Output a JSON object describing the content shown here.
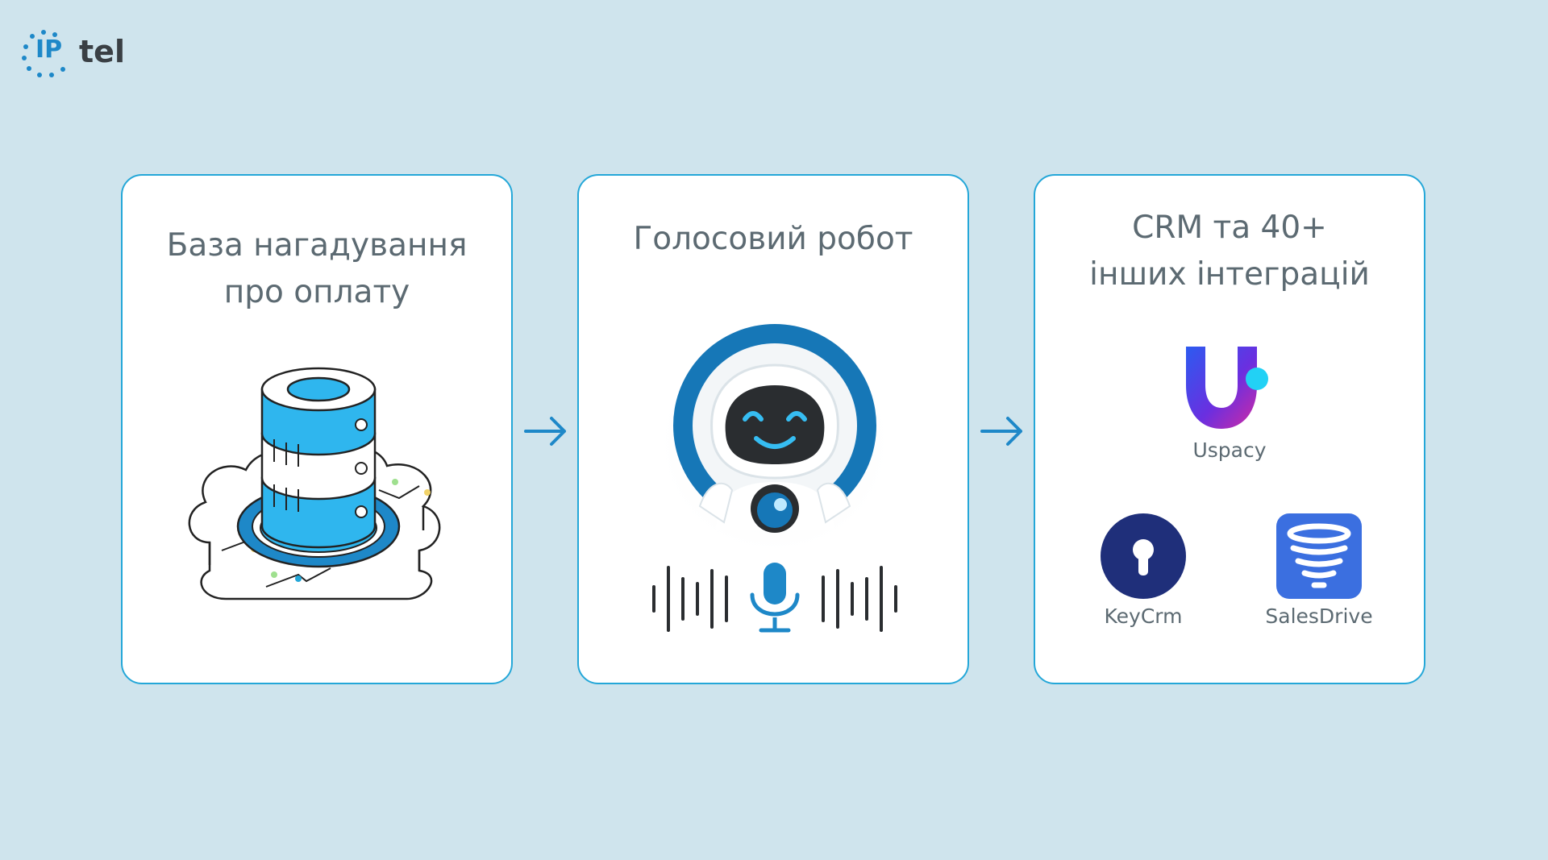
{
  "logo": {
    "ip": "IP",
    "word": "tel"
  },
  "cards": [
    {
      "title_lines": [
        "База нагадування",
        "про оплату"
      ],
      "illustration": "database-cloud-icon"
    },
    {
      "title_lines": [
        "Голосовий робот"
      ],
      "illustration": "voice-robot-icon"
    },
    {
      "title_lines": [
        "CRM та 40+",
        "інших інтеграцій"
      ],
      "integrations": [
        {
          "name": "Uspacy",
          "icon": "uspacy-logo-icon",
          "color": "#5b35d5"
        },
        {
          "name": "KeyCrm",
          "icon": "keycrm-logo-icon",
          "color": "#1f2f7a"
        },
        {
          "name": "SalesDrive",
          "icon": "salesdrive-logo-icon",
          "color": "#3b6fe0"
        }
      ]
    }
  ],
  "connectors": [
    "arrow-right-icon",
    "arrow-right-icon"
  ],
  "colors": {
    "background": "#cfe4ed",
    "accent": "#24a7d8",
    "blue": "#1e88c8",
    "text": "#5c6a72"
  }
}
